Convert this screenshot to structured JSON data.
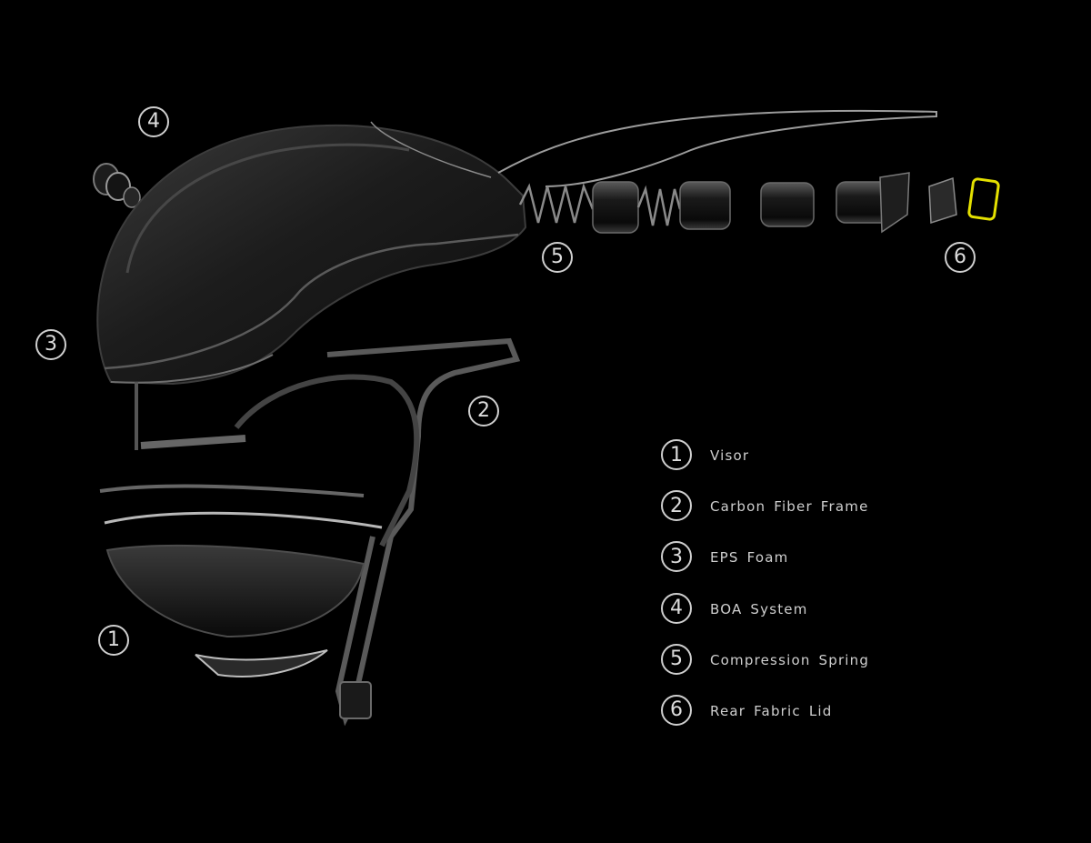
{
  "callouts": {
    "visor": "1",
    "frame": "2",
    "foam": "3",
    "boa": "4",
    "spring": "5",
    "lid": "6"
  },
  "legend": [
    {
      "number": "1",
      "label": "Visor"
    },
    {
      "number": "2",
      "label": "Carbon Fiber Frame"
    },
    {
      "number": "3",
      "label": "EPS Foam"
    },
    {
      "number": "4",
      "label": "BOA System"
    },
    {
      "number": "5",
      "label": "Compression Spring"
    },
    {
      "number": "6",
      "label": "Rear Fabric Lid"
    }
  ],
  "colors": {
    "background": "#000000",
    "shell": "#1b1b1b",
    "highlight": "#9a9a9a",
    "lid_accent": "#e4e000"
  }
}
